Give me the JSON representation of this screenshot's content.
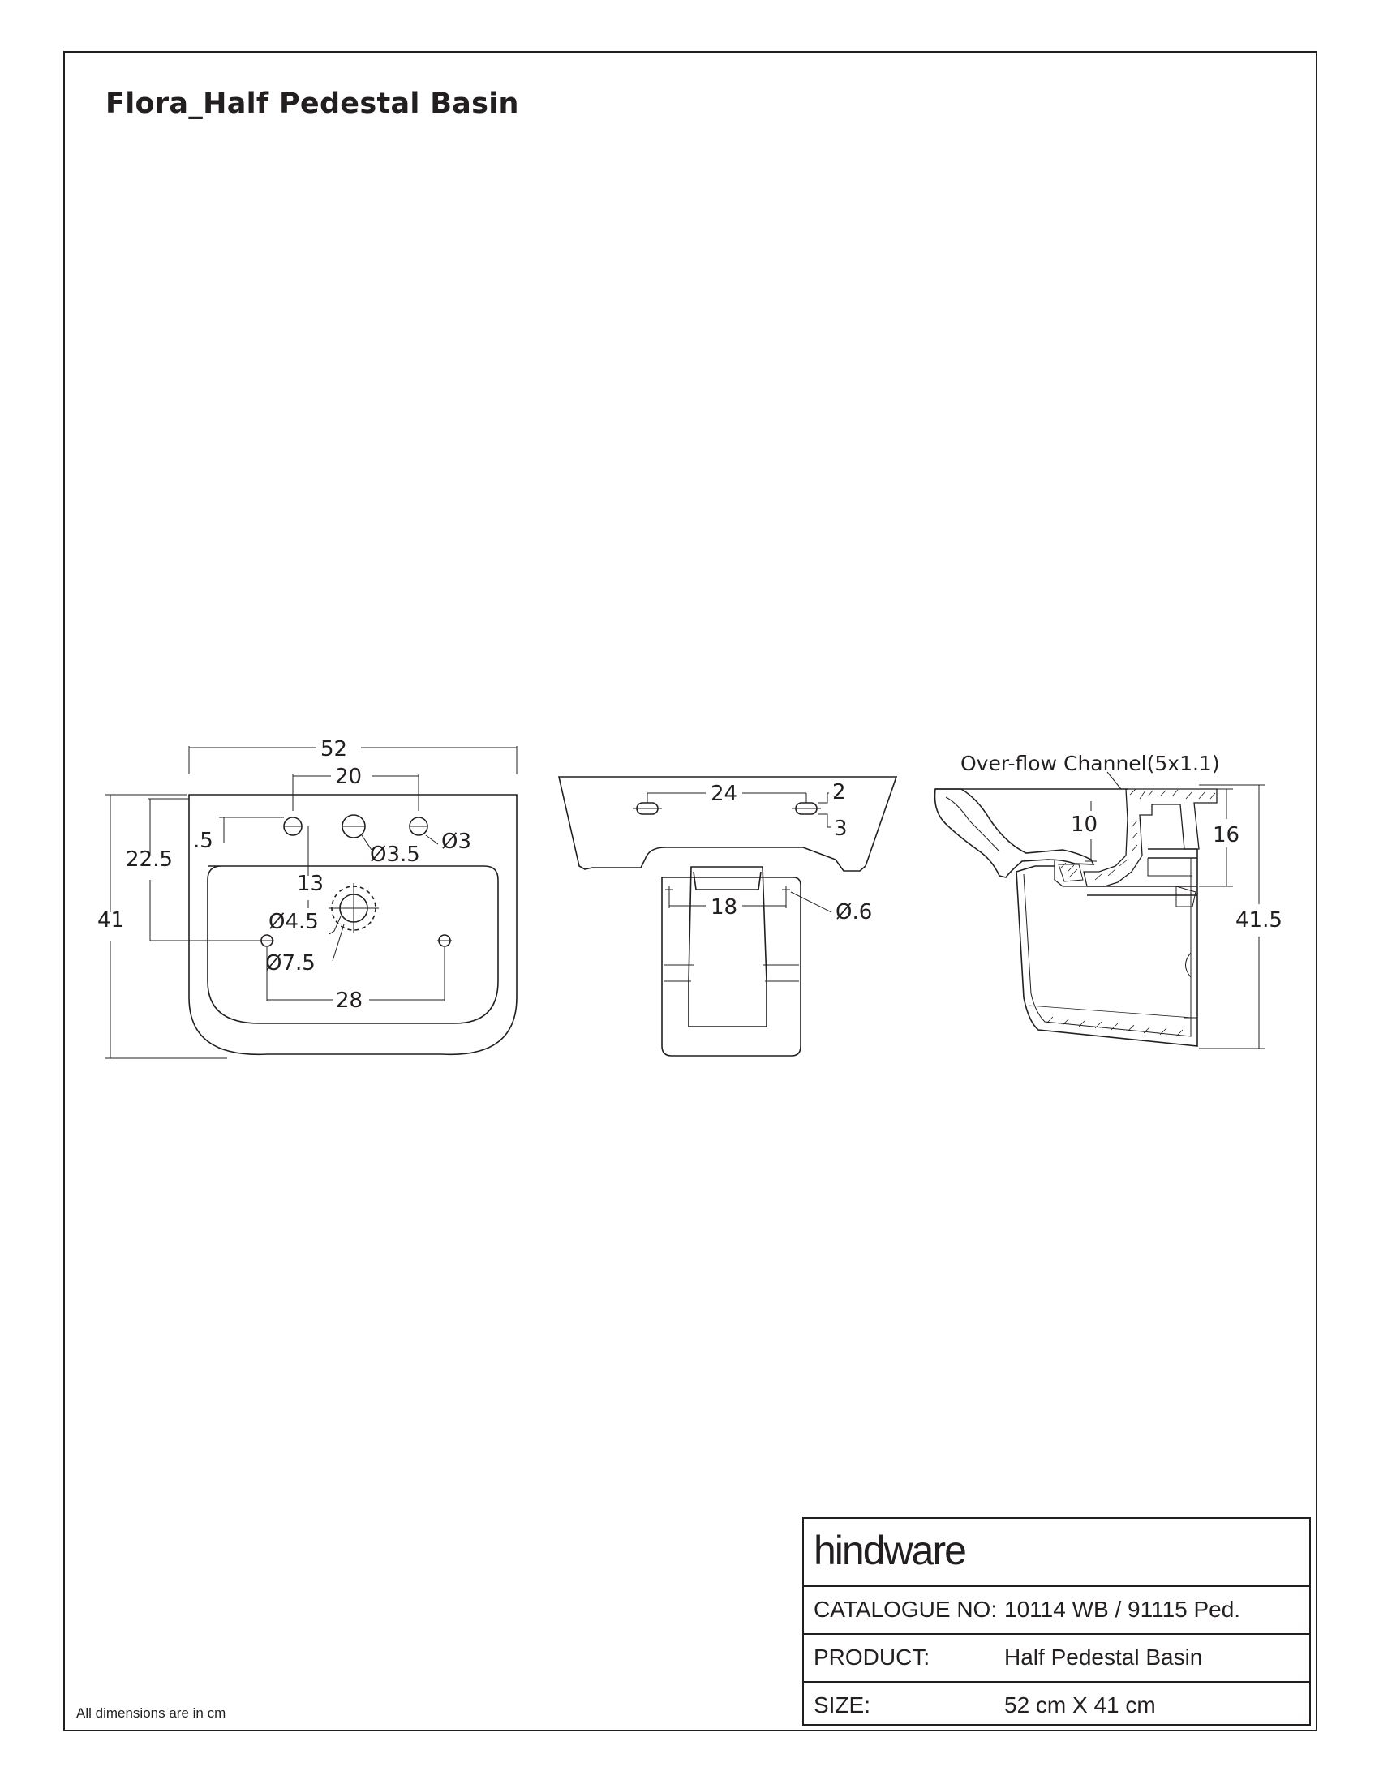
{
  "title": "Flora_Half Pedestal Basin",
  "footnote": "All dimensions are in cm",
  "titleblock": {
    "brand": "hindware",
    "rows": [
      {
        "label": "CATALOGUE NO:",
        "value": "10114 WB / 91115 Ped."
      },
      {
        "label": "PRODUCT:",
        "value": "Half Pedestal Basin"
      },
      {
        "label": "SIZE:",
        "value": "52 cm X 41 cm"
      }
    ]
  },
  "top_view": {
    "width": "52",
    "tap_spacing": "20",
    "offset": ".5",
    "depth_to_tap": "22.5",
    "overall_depth": "41",
    "tap_hole_dia": "Ø3.5",
    "side_hole_dia": "Ø3",
    "waste_offset": "13",
    "waste_inner_dia": "Ø4.5",
    "waste_outer_dia": "Ø7.5",
    "fixing_spacing": "28"
  },
  "front_view": {
    "fixing_spacing": "24",
    "dim_2": "2",
    "dim_3": "3",
    "pedestal_fixing_spacing": "18",
    "fixing_hole_dia": "Ø.6"
  },
  "side_view": {
    "overflow_label": "Over-flow Channel(5x1.1)",
    "dim_10": "10",
    "dim_16": "16",
    "overall_height": "41.5"
  }
}
